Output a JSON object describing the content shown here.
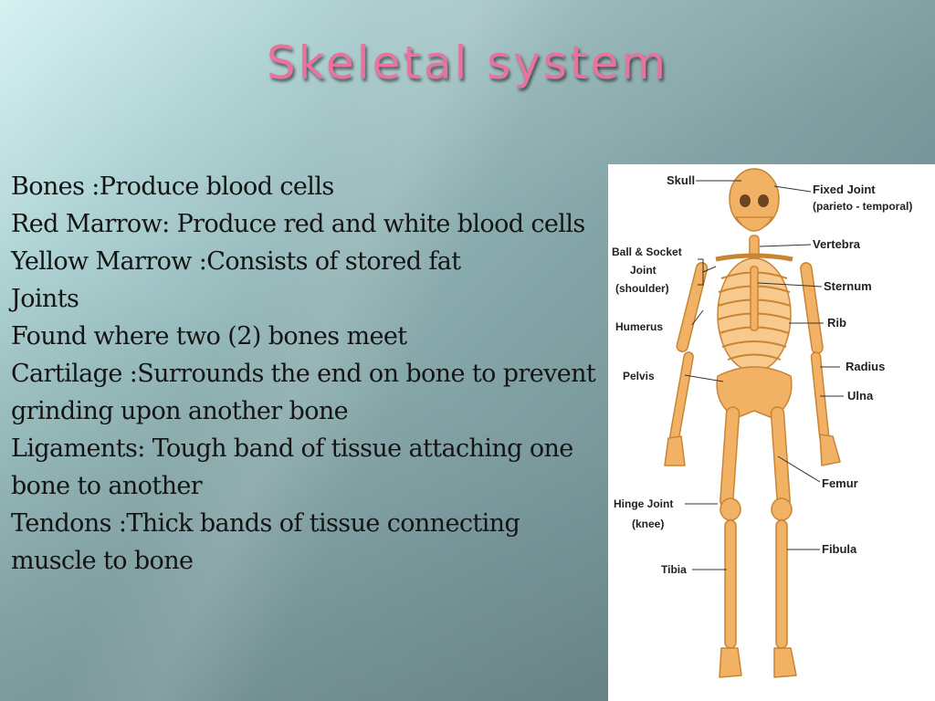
{
  "slide": {
    "title": "Skeletal system",
    "bullets": [
      "Bones :Produce blood cells",
      "Red Marrow: Produce red and white blood cells",
      "Yellow Marrow :Consists of stored fat",
      "Joints",
      "Found where two (2) bones meet",
      "Cartilage :Surrounds the end on bone to prevent grinding upon another bone",
      "Ligaments: Tough band of tissue attaching one bone to another",
      "Tendons :Thick bands of tissue connecting muscle to bone"
    ]
  },
  "figure": {
    "labels": {
      "skull": "Skull",
      "fixed_joint": "Fixed Joint",
      "fixed_joint_sub": "(parieto - temporal)",
      "ball_socket": "Ball & Socket",
      "ball_socket_joint": "Joint",
      "ball_socket_sub": "(shoulder)",
      "vertebra": "Vertebra",
      "sternum": "Sternum",
      "humerus": "Humerus",
      "rib": "Rib",
      "pelvis": "Pelvis",
      "radius": "Radius",
      "ulna": "Ulna",
      "femur": "Femur",
      "hinge_joint": "Hinge Joint",
      "hinge_joint_sub": "(knee)",
      "fibula": "Fibula",
      "tibia": "Tibia"
    },
    "bone_color": "#f2b265",
    "bone_outline": "#c98432"
  }
}
